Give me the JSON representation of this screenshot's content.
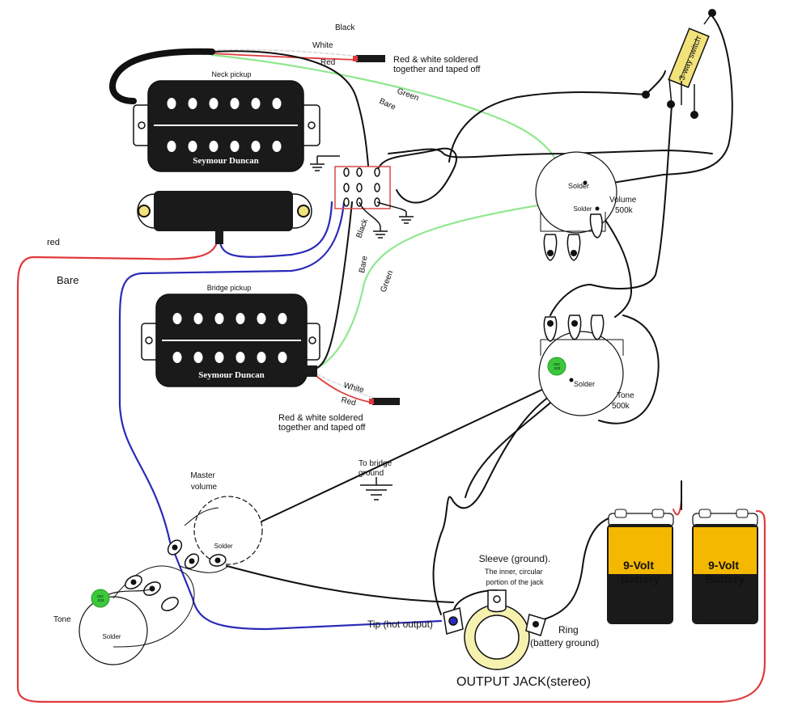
{
  "labels": {
    "black_top": "Black",
    "white_top": "White",
    "red_top": "Red",
    "neck_note": "Red & white soldered\ntogether and taped off",
    "green_top": "Green",
    "bare_top": "Bare",
    "neck_pickup": "Neck pickup",
    "seymour_neck": "Seymour Duncan",
    "three_way": "3-way switch",
    "solder_vol1": "Solder",
    "solder_vol2": "Solder",
    "volume": "Volume\n500k",
    "red_left": "red",
    "bare_left": "Bare",
    "black_mid": "Black",
    "bare_mid": "Bare",
    "green_mid": "Green",
    "bridge_pickup": "Bridge pickup",
    "seymour_bridge": "Seymour Duncan",
    "white_bridge": "White",
    "red_bridge": "Red",
    "bridge_note": "Red & white soldered\ntogether and taped off",
    "solder_tone": "Solder",
    "tone": "Tone\n500k",
    "cap_label": ".022\n.033",
    "to_bridge": "To bridge\nground",
    "master_volume": "Master\nvolume",
    "solder_master": "Solder",
    "tone_lower": "Tone",
    "solder_tone_lower": "Solder",
    "cap_label_lower": ".022\n.033",
    "sleeve": "Sleeve (ground).",
    "sleeve_note": "The inner, circular\nportion of the jack",
    "tip": "Tip (hot output)",
    "ring": "Ring\n(battery ground)",
    "output_jack": "OUTPUT JACK(stereo)",
    "battery1": "9-Volt\nBattery",
    "battery2": "9-Volt\nBattery"
  },
  "colors": {
    "red_wire": "#e03a3a",
    "blue_wire": "#2a2ab8",
    "green_wire": "#8fe88f",
    "black_wire": "#111111",
    "battery_yellow": "#f5b800",
    "switch_yellow": "#f2e27a",
    "cap_green": "#3ac93a",
    "jack_ring": "#f7f1b0",
    "switch_box": "#d94a4a"
  }
}
